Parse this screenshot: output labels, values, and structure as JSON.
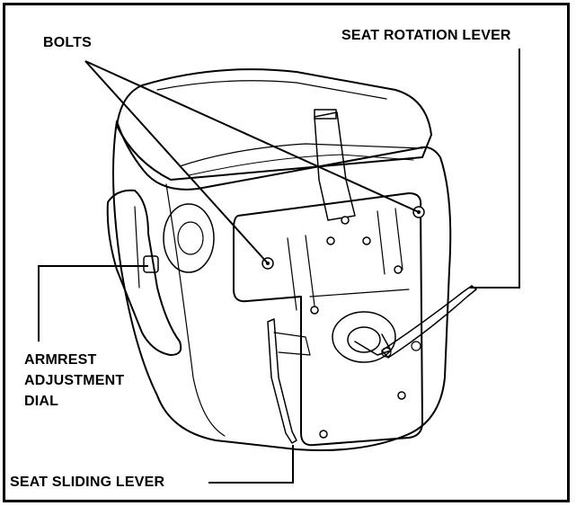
{
  "labels": {
    "bolts": "BOLTS",
    "seat_rotation_lever": "SEAT ROTATION LEVER",
    "armrest_adjustment_dial_line1": "ARMREST",
    "armrest_adjustment_dial_line2": "ADJUSTMENT",
    "armrest_adjustment_dial_line3": "DIAL",
    "seat_sliding_lever": "SEAT SLIDING LEVER"
  },
  "colors": {
    "line": "#000000",
    "background": "#ffffff"
  }
}
